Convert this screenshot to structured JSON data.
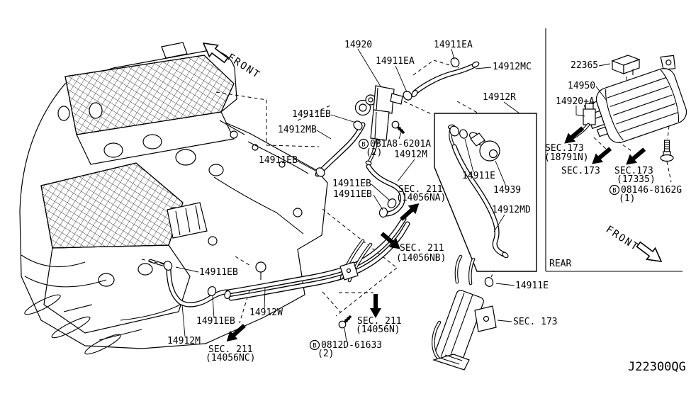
{
  "diagram": {
    "code": "J22300QG",
    "description": "Engine control vacuum piping parts diagram",
    "labels": [
      {
        "id": "front-top",
        "text": "FRONT"
      },
      {
        "id": "p14920",
        "text": "14920"
      },
      {
        "id": "p14911ea-1",
        "text": "14911EA"
      },
      {
        "id": "p14911ea-2",
        "text": "14911EA"
      },
      {
        "id": "p14912mc",
        "text": "14912MC"
      },
      {
        "id": "p14912r",
        "text": "14912R"
      },
      {
        "id": "p22365",
        "text": "22365"
      },
      {
        "id": "p14950",
        "text": "14950"
      },
      {
        "id": "p14920a",
        "text": "14920+A"
      },
      {
        "id": "sec173-18791n",
        "text": "SEC.173"
      },
      {
        "id": "sec173-18791n-sub",
        "text": "(18791N)"
      },
      {
        "id": "sec173-mid",
        "text": "SEC.173"
      },
      {
        "id": "sec173-17335",
        "text": "SEC.173"
      },
      {
        "id": "sec173-17335-sub",
        "text": "(17335)"
      },
      {
        "id": "b08146-prefix",
        "text": "B"
      },
      {
        "id": "b08146-num",
        "text": "08146-8162G"
      },
      {
        "id": "b08146-qty",
        "text": "(1)"
      },
      {
        "id": "p14911eb-1",
        "text": "14911EB"
      },
      {
        "id": "p14912mb",
        "text": "14912MB"
      },
      {
        "id": "p14911eb-2",
        "text": "14911EB"
      },
      {
        "id": "b081a8-prefix",
        "text": "B"
      },
      {
        "id": "b081a8-num",
        "text": "0B1A8-6201A"
      },
      {
        "id": "b081a8-qty",
        "text": "(2)"
      },
      {
        "id": "p14912m-center",
        "text": "14912M"
      },
      {
        "id": "p14911eb-3",
        "text": "14911EB"
      },
      {
        "id": "p14911eb-4",
        "text": "14911EB"
      },
      {
        "id": "sec211-na",
        "text": "SEC. 211"
      },
      {
        "id": "sec211-na-sub",
        "text": "(14056NA)"
      },
      {
        "id": "p14911e-box",
        "text": "14911E"
      },
      {
        "id": "p14939",
        "text": "14939"
      },
      {
        "id": "p14912md",
        "text": "14912MD"
      },
      {
        "id": "sec211-nb",
        "text": "SEC. 211"
      },
      {
        "id": "sec211-nb-sub",
        "text": "(14056NB)"
      },
      {
        "id": "p14911eb-5",
        "text": "14911EB"
      },
      {
        "id": "p14912w",
        "text": "14912W"
      },
      {
        "id": "p14911eb-6",
        "text": "14911EB"
      },
      {
        "id": "p14912m-bottom",
        "text": "14912M"
      },
      {
        "id": "sec211-nc",
        "text": "SEC. 211"
      },
      {
        "id": "sec211-nc-sub",
        "text": "(14056NC)"
      },
      {
        "id": "b0812d-prefix",
        "text": "B"
      },
      {
        "id": "b0812d-num",
        "text": "0812D-61633"
      },
      {
        "id": "b0812d-qty",
        "text": "(2)"
      },
      {
        "id": "sec211-n",
        "text": "SEC. 211"
      },
      {
        "id": "sec211-n-sub",
        "text": "(14056N)"
      },
      {
        "id": "p14911e-bottom",
        "text": "14911E"
      },
      {
        "id": "sec173-bottom",
        "text": "SEC. 173"
      },
      {
        "id": "rear",
        "text": "REAR"
      },
      {
        "id": "front-bottom",
        "text": "FRONT"
      },
      {
        "id": "diagram-code",
        "text": "J22300QG"
      }
    ],
    "colors": {
      "line": "#000000",
      "background": "#ffffff"
    }
  }
}
